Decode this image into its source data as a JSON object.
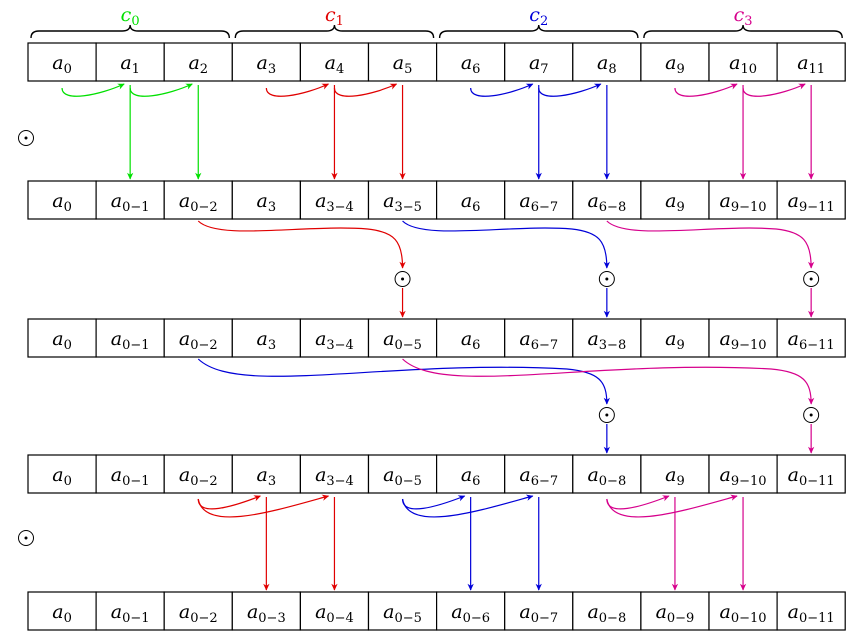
{
  "colors": {
    "c0": "#00e000",
    "c1": "#e00000",
    "c2": "#0000d8",
    "c3": "#d6008c",
    "black": "#000000"
  },
  "chunks": [
    {
      "base": "c",
      "sub": "0",
      "color": "#00e000"
    },
    {
      "base": "c",
      "sub": "1",
      "color": "#e00000"
    },
    {
      "base": "c",
      "sub": "2",
      "color": "#0000d8"
    },
    {
      "base": "c",
      "sub": "3",
      "color": "#d6008c"
    }
  ],
  "operator_symbol": "⊙",
  "rows": [
    [
      "0",
      "1",
      "2",
      "3",
      "4",
      "5",
      "6",
      "7",
      "8",
      "9",
      "10",
      "11"
    ],
    [
      "0",
      "0−1",
      "0−2",
      "3",
      "3−4",
      "3−5",
      "6",
      "6−7",
      "6−8",
      "9",
      "9−10",
      "9−11"
    ],
    [
      "0",
      "0−1",
      "0−2",
      "3",
      "3−4",
      "0−5",
      "6",
      "6−7",
      "3−8",
      "9",
      "9−10",
      "6−11"
    ],
    [
      "0",
      "0−1",
      "0−2",
      "3",
      "3−4",
      "0−5",
      "6",
      "6−7",
      "0−8",
      "9",
      "9−10",
      "0−11"
    ],
    [
      "0",
      "0−1",
      "0−2",
      "0−3",
      "0−4",
      "0−5",
      "0−6",
      "0−7",
      "0−8",
      "0−9",
      "0−10",
      "0−11"
    ]
  ],
  "cell_base": "a"
}
